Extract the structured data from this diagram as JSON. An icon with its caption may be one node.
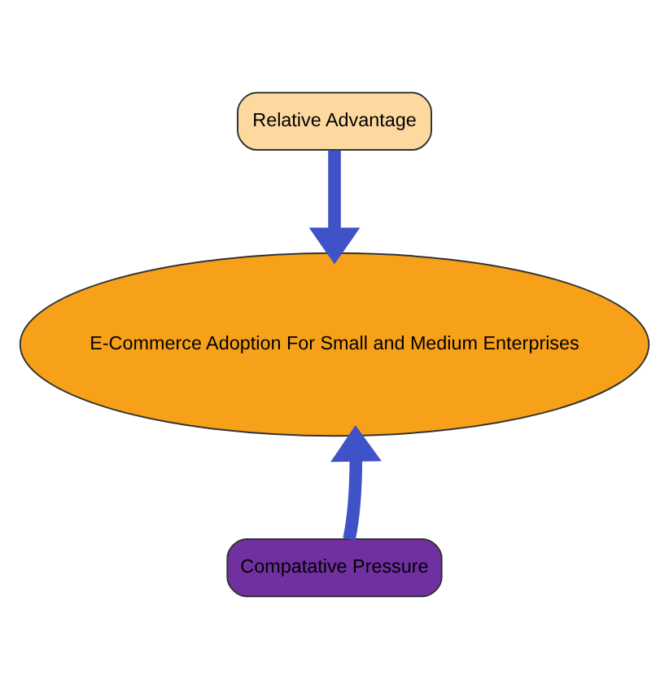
{
  "diagram": {
    "nodes": [
      {
        "text": [
          "Relative Advantage"
        ]
      },
      {
        "text": [
          "E-Commerce Adoption For Small and Medium Enterprises"
        ]
      },
      {
        "text": [
          "Compatative Pressure"
        ]
      }
    ],
    "edges": [
      {
        "from": 0,
        "to": 1,
        "arrow": "to"
      },
      {
        "from": 2,
        "to": 1,
        "arrow": "to"
      }
    ]
  }
}
